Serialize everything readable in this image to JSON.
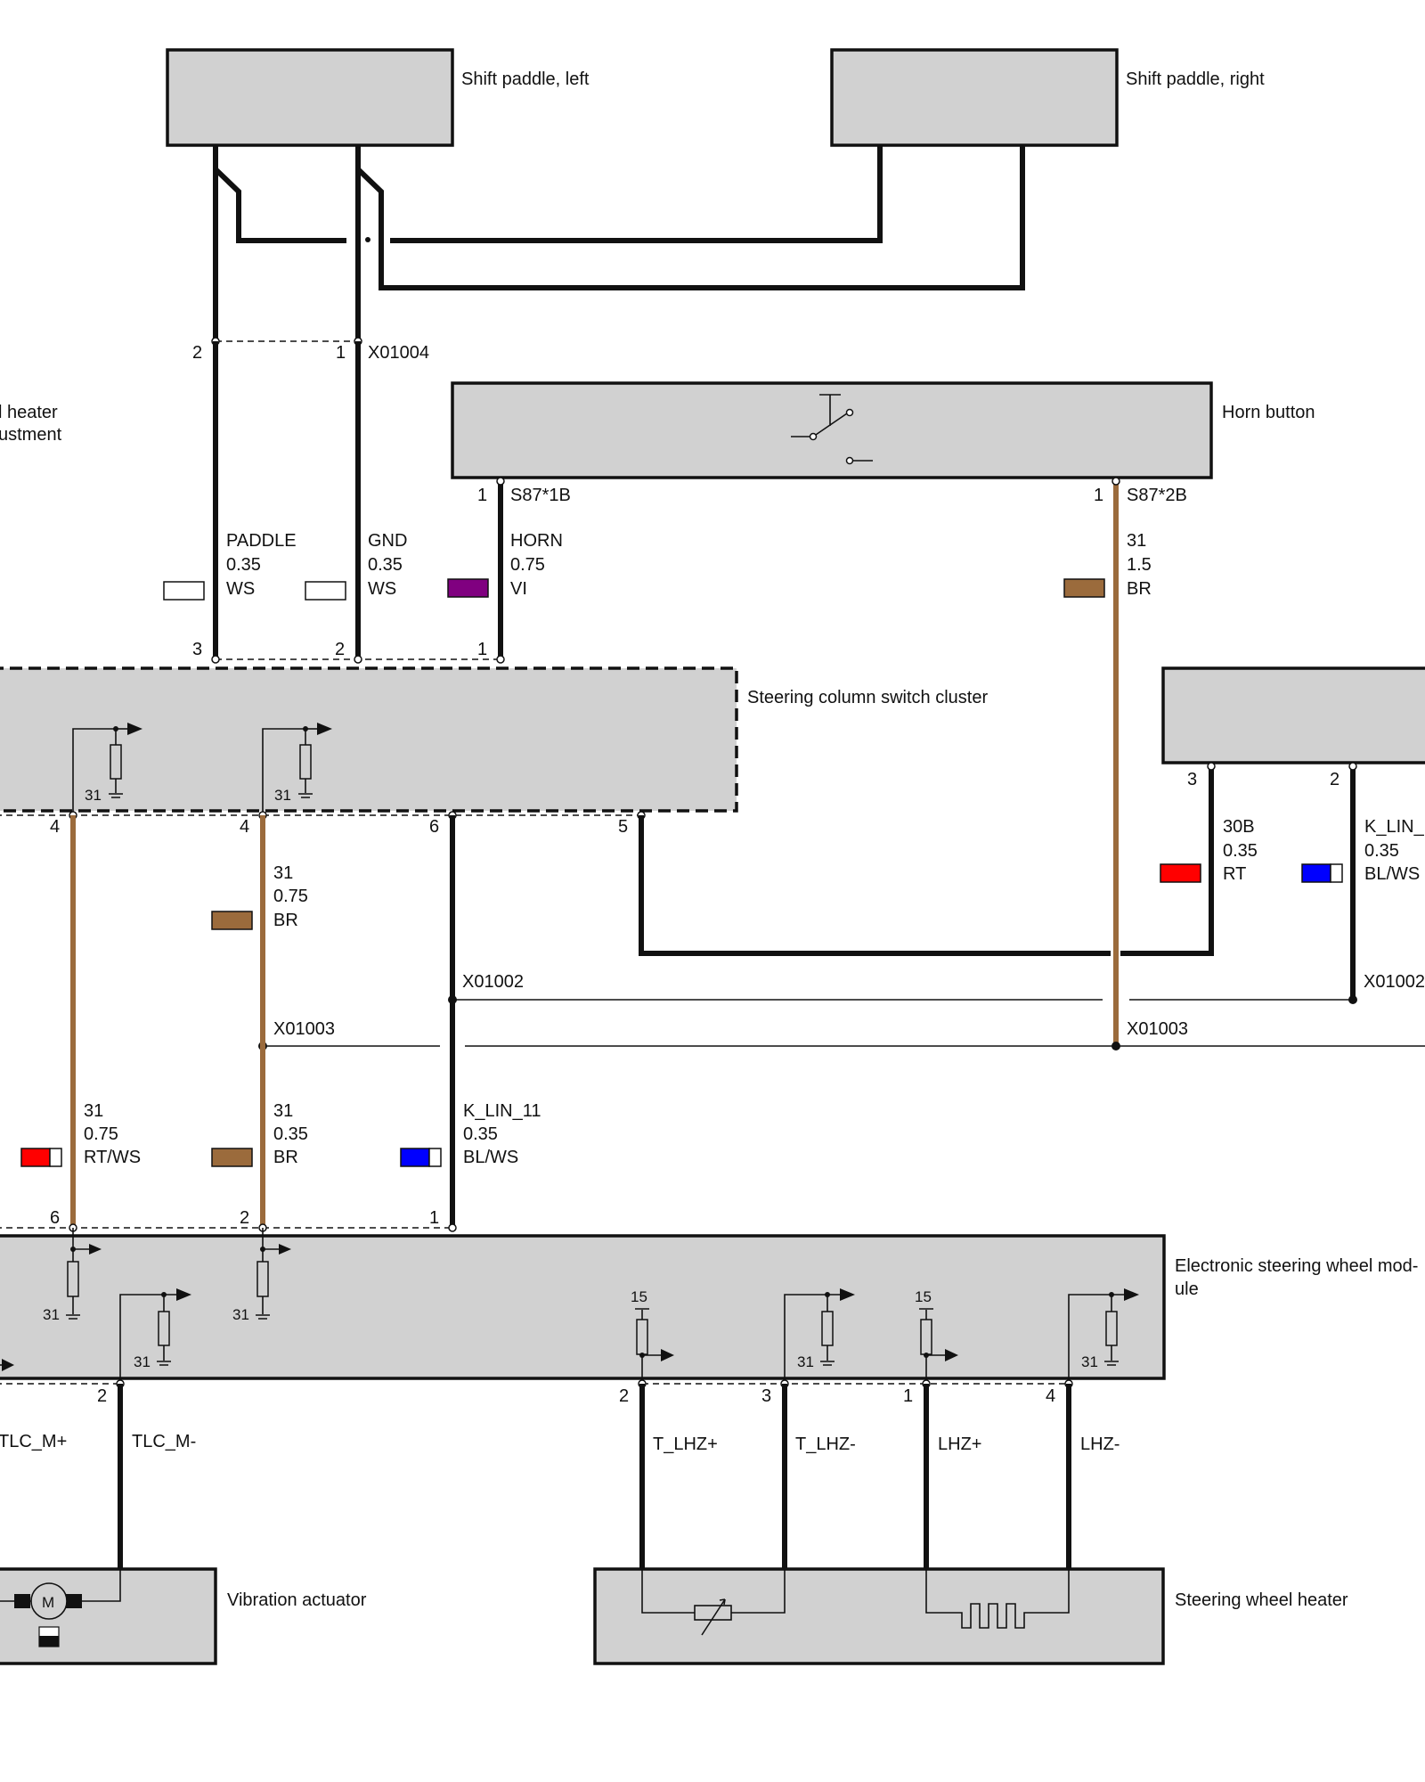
{
  "components": {
    "shift_paddle_left": "Shift paddle, left",
    "shift_paddle_right": "Shift paddle, right",
    "heater_adjustment_part1": "l heater",
    "heater_adjustment_part2": "ustment",
    "horn_button": "Horn button",
    "steering_column_switch_cluster": "Steering column switch cluster",
    "electronic_steering_wheel_module_line1": "Electronic steering wheel mod-",
    "electronic_steering_wheel_module_line2": "ule",
    "vibration_actuator": "Vibration actuator",
    "steering_wheel_heater": "Steering wheel heater"
  },
  "connectors": {
    "x01004": "X01004",
    "s87_1b": "S87*1B",
    "s87_2b": "S87*2B",
    "x01002_a": "X01002",
    "x01003_a": "X01003",
    "x01003_b": "X01003",
    "x01002_b": "X01002"
  },
  "pins": {
    "paddle_2": "2",
    "paddle_1": "1",
    "horn_1a": "1",
    "horn_1b": "1",
    "sccs_top_3": "3",
    "sccs_top_2": "2",
    "sccs_top_1": "1",
    "sccs_bot_4a": "4",
    "sccs_bot_4b": "4",
    "sccs_bot_6": "6",
    "sccs_bot_5": "5",
    "right_3": "3",
    "right_2": "2",
    "eswm_top_6": "6",
    "eswm_top_2": "2",
    "eswm_top_1": "1",
    "eswm_bot_2a": "2",
    "eswm_bot_2b": "2",
    "eswm_bot_3": "3",
    "eswm_bot_1": "1",
    "eswm_bot_4": "4"
  },
  "wires": [
    {
      "signal": "PADDLE",
      "size": "0.35",
      "color_code": "WS",
      "swatch": [
        "#ffffff"
      ]
    },
    {
      "signal": "GND",
      "size": "0.35",
      "color_code": "WS",
      "swatch": [
        "#ffffff"
      ]
    },
    {
      "signal": "HORN",
      "size": "0.75",
      "color_code": "VI",
      "swatch": [
        "#800080"
      ]
    },
    {
      "signal": "31",
      "size": "1.5",
      "color_code": "BR",
      "swatch": [
        "#9b6b3c"
      ]
    },
    {
      "signal": "30B",
      "size": "0.35",
      "color_code": "RT",
      "swatch": [
        "#ff0000"
      ]
    },
    {
      "signal": "K_LIN_",
      "size": "0.35",
      "color_code": "BL/WS",
      "swatch": [
        "#0000ff",
        "#ffffff"
      ]
    },
    {
      "signal": "31",
      "size": "0.75",
      "color_code": "BR",
      "swatch": [
        "#9b6b3c"
      ]
    },
    {
      "signal": "31",
      "size": "0.75",
      "color_code": "RT/WS",
      "swatch": [
        "#ff0000",
        "#ffffff"
      ]
    },
    {
      "signal": "31",
      "size": "0.35",
      "color_code": "BR",
      "swatch": [
        "#9b6b3c"
      ]
    },
    {
      "signal": "K_LIN_11",
      "size": "0.35",
      "color_code": "BL/WS",
      "swatch": [
        "#0000ff",
        "#ffffff"
      ]
    }
  ],
  "signals": {
    "tlc_m_plus": "TLC_M+",
    "tlc_m_minus": "TLC_M-",
    "t_lhz_plus": "T_LHZ+",
    "t_lhz_minus": "T_LHZ-",
    "lhz_plus": "LHZ+",
    "lhz_minus": "LHZ-"
  },
  "internal_labels": {
    "gnd_31": "31",
    "supply_15": "15",
    "motor": "M"
  },
  "colors": {
    "component_fill": "#d1d1d1",
    "wire_black": "#111111",
    "wire_brown": "#9b6b3c",
    "violet": "#800080",
    "red": "#ff0000",
    "blue": "#0000ff",
    "white": "#ffffff"
  }
}
